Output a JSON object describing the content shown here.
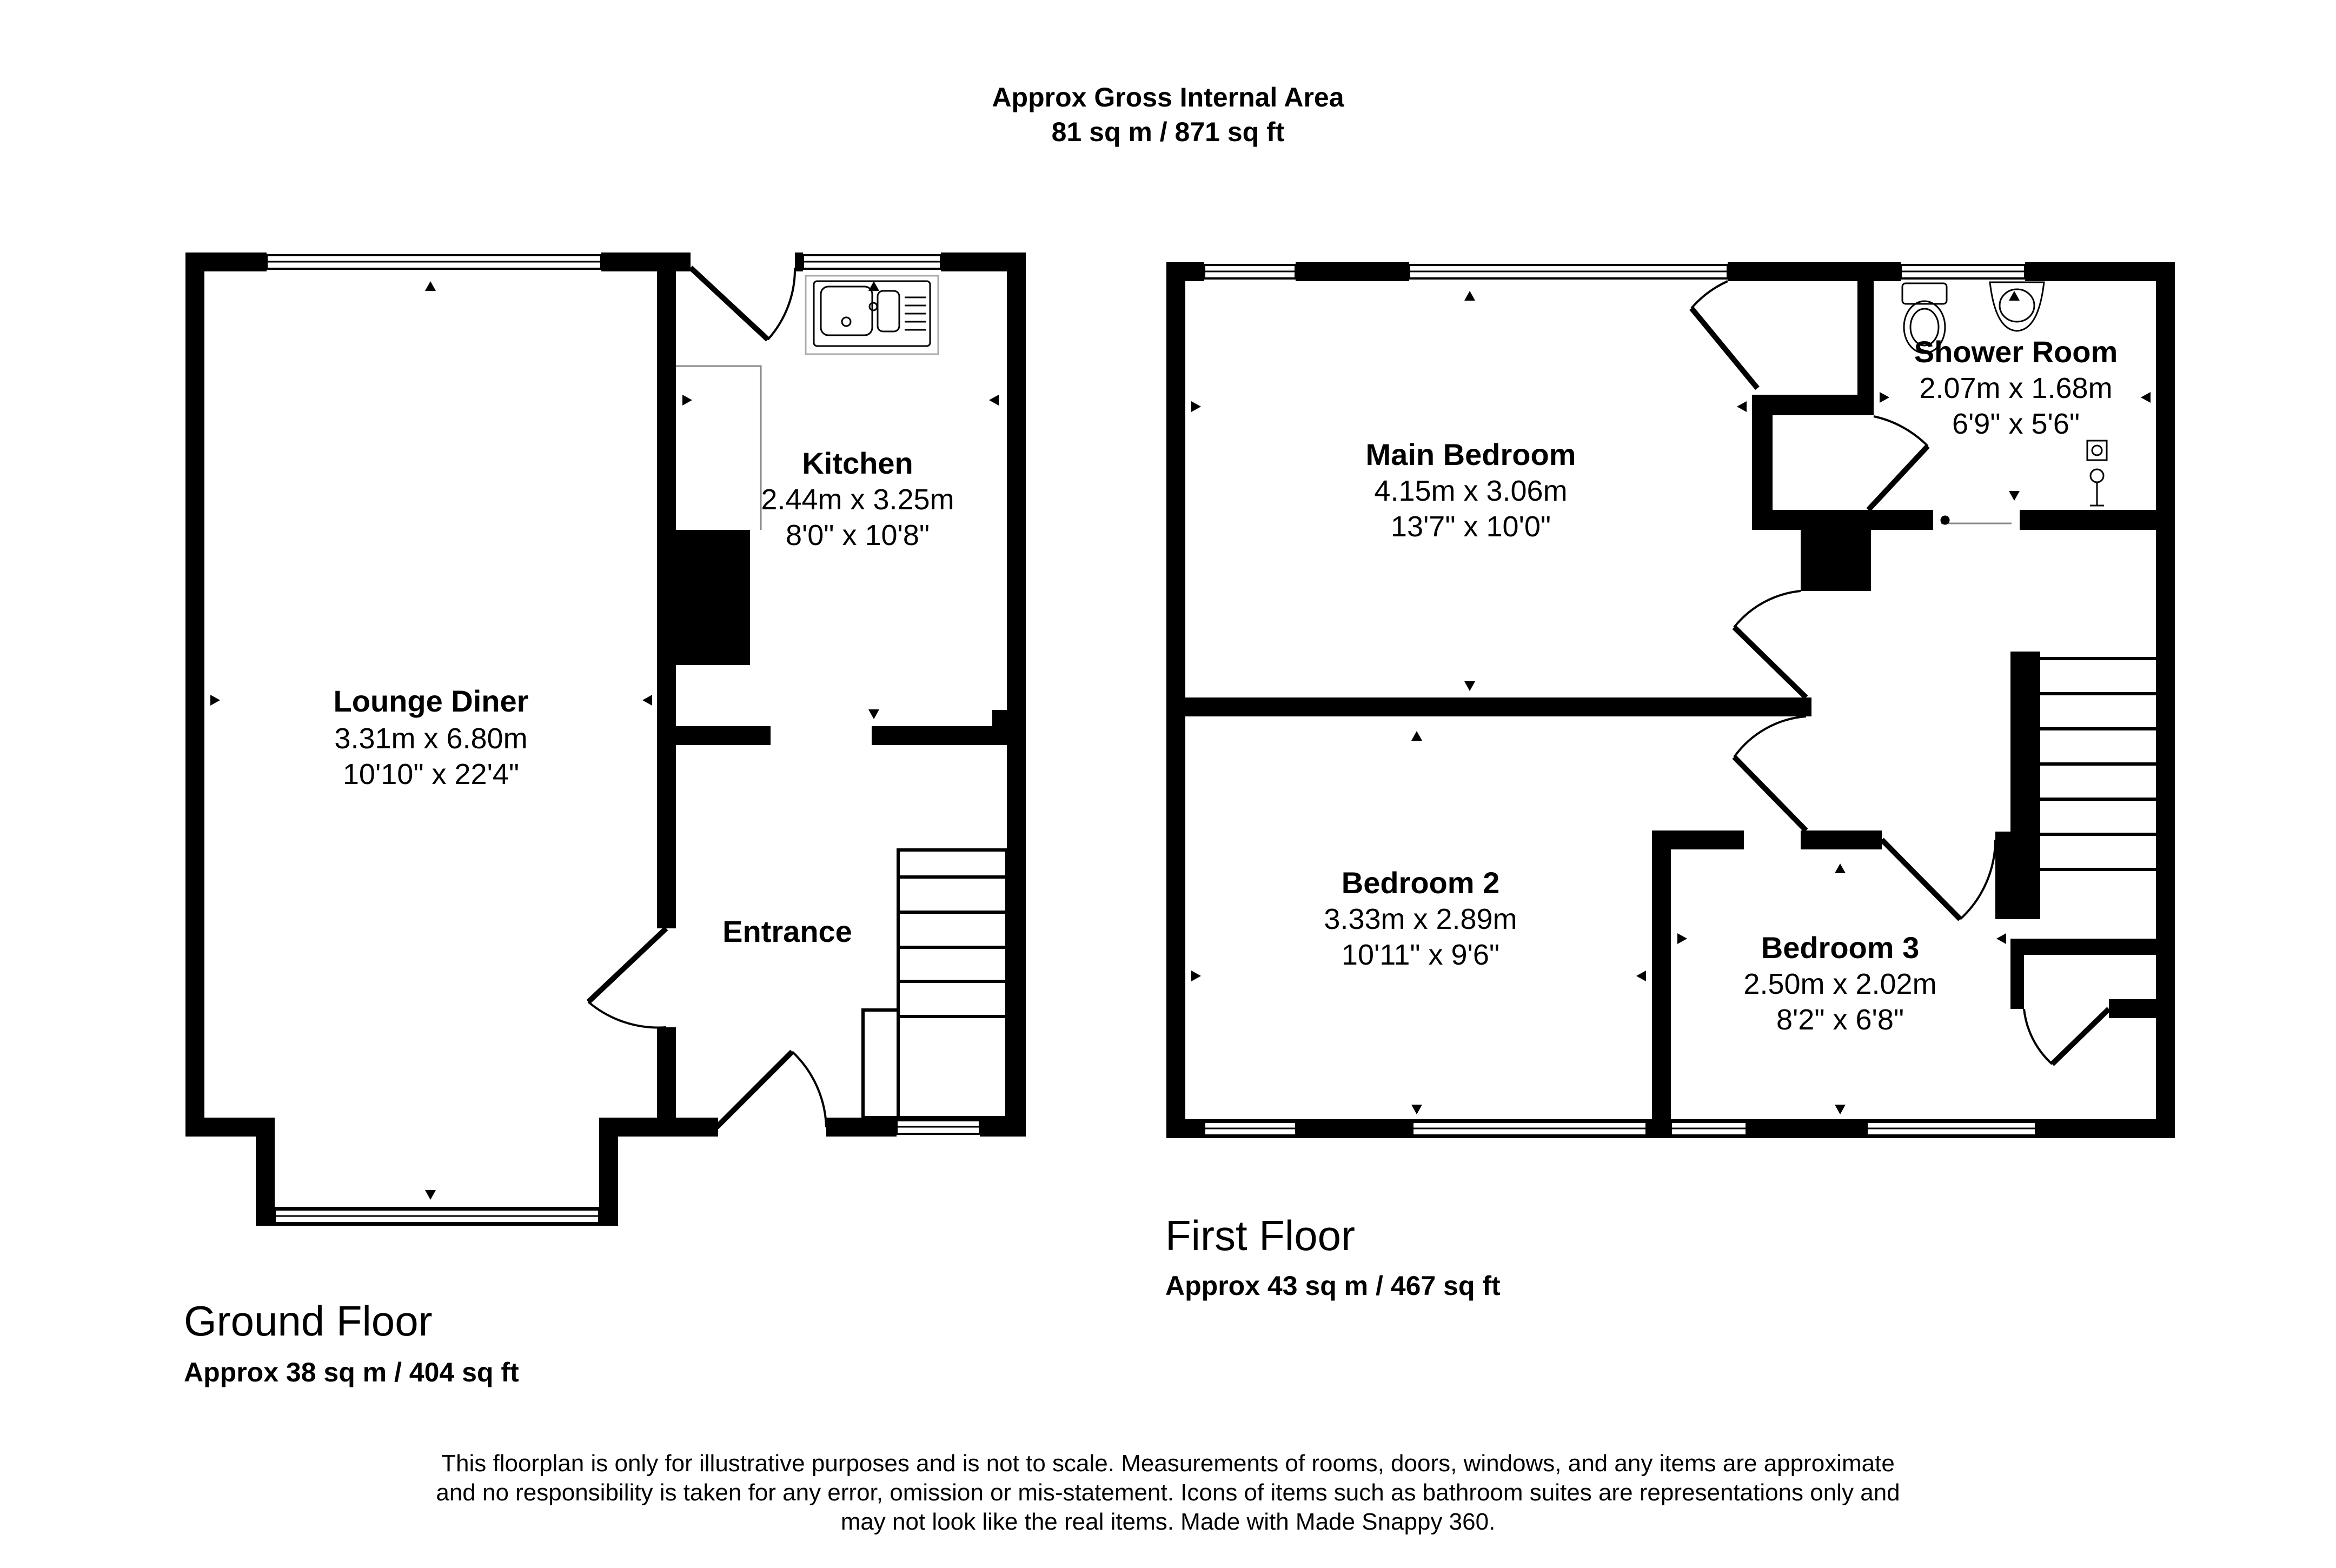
{
  "header": {
    "title": "Approx Gross Internal Area",
    "area": "81 sq m / 871 sq ft"
  },
  "ground_floor": {
    "name": "Ground Floor",
    "area": "Approx 38 sq m / 404 sq ft",
    "rooms": [
      {
        "name": "Lounge Diner",
        "metric": "3.31m x 6.80m",
        "imperial": "10'10\" x 22'4\""
      },
      {
        "name": "Kitchen",
        "metric": "2.44m x 3.25m",
        "imperial": "8'0\" x 10'8\""
      },
      {
        "name": "Entrance"
      }
    ]
  },
  "first_floor": {
    "name": "First Floor",
    "area": "Approx 43 sq m / 467 sq ft",
    "rooms": [
      {
        "name": "Main Bedroom",
        "metric": "4.15m x 3.06m",
        "imperial": "13'7\" x 10'0\""
      },
      {
        "name": "Shower Room",
        "metric": "2.07m x 1.68m",
        "imperial": "6'9\" x 5'6\""
      },
      {
        "name": "Bedroom 2",
        "metric": "3.33m x 2.89m",
        "imperial": "10'11\" x 9'6\""
      },
      {
        "name": "Bedroom 3",
        "metric": "2.50m x 2.02m",
        "imperial": "8'2\" x 6'8\""
      }
    ]
  },
  "disclaimer": [
    "This floorplan is only for illustrative purposes and is not to scale. Measurements of rooms, doors, windows, and any items are approximate",
    "and no responsibility is taken for any error, omission or mis-statement. Icons of items such as bathroom suites are representations only and",
    "may not look like the real items. Made with Made Snappy 360."
  ]
}
